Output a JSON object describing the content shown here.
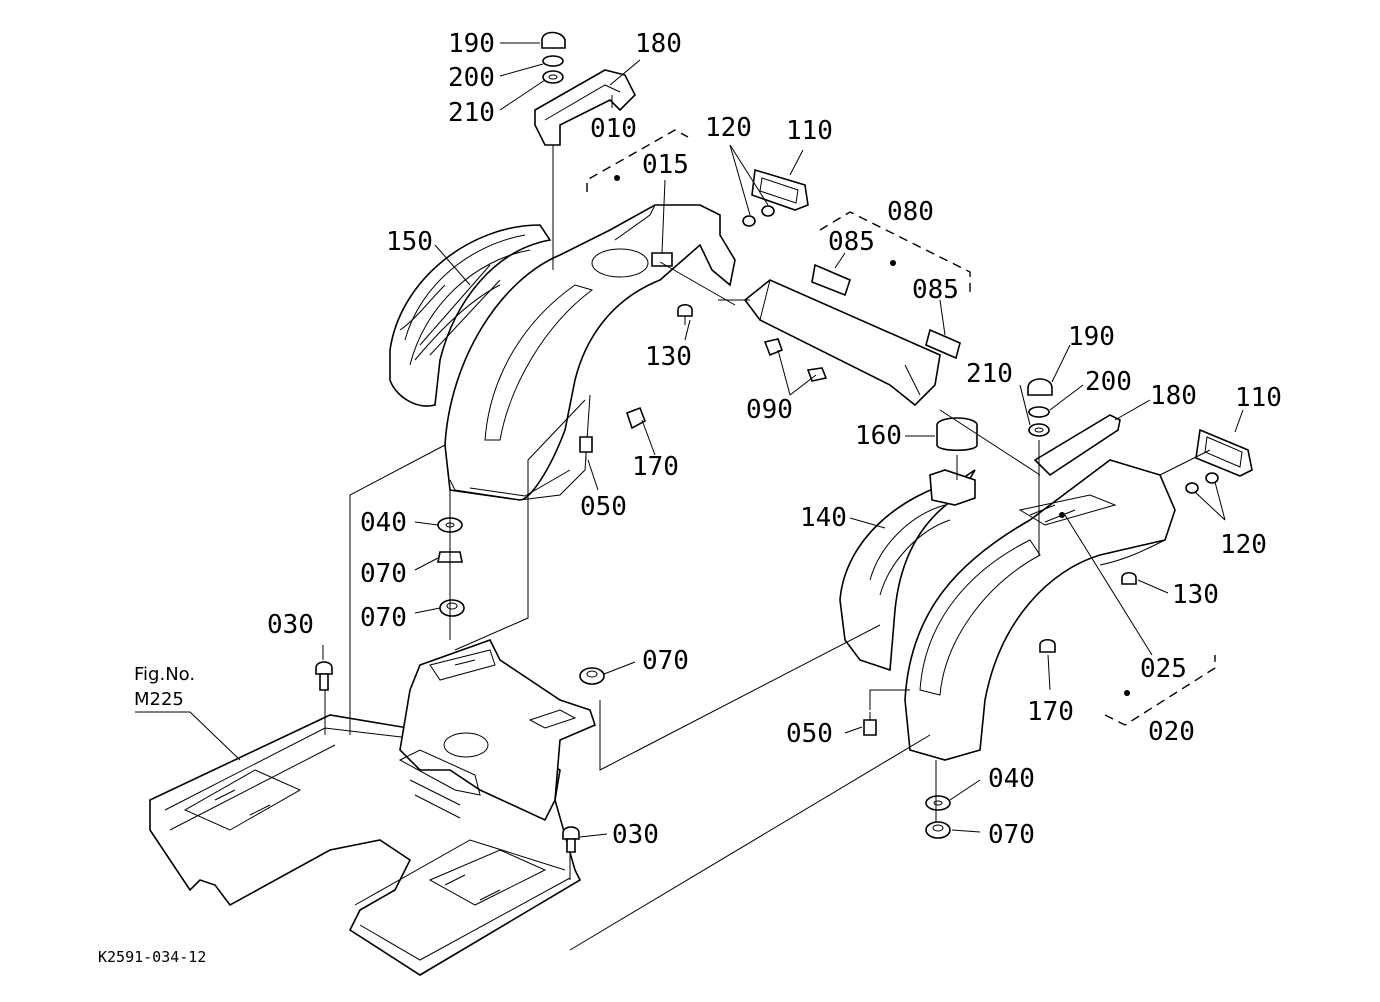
{
  "figure_ref": {
    "line1": "Fig.No.",
    "line2": "M225"
  },
  "drawing_code": "K2591-034-12",
  "labels": {
    "l190a": "190",
    "l200a": "200",
    "l210a": "210",
    "l180a": "180",
    "l010": "010",
    "l015": "015",
    "l120a": "120",
    "l110a": "110",
    "l150": "150",
    "l130a": "130",
    "l170a": "170",
    "l050a": "050",
    "l040a": "040",
    "l070a": "070",
    "l070b": "070",
    "l030a": "030",
    "l070c": "070",
    "l030b": "030",
    "l080": "080",
    "l085a": "085",
    "l085b": "085",
    "l090": "090",
    "l210b": "210",
    "l190b": "190",
    "l200b": "200",
    "l180b": "180",
    "l110b": "110",
    "l160": "160",
    "l140": "140",
    "l120b": "120",
    "l130b": "130",
    "l025": "025",
    "l170b": "170",
    "l020": "020",
    "l050b": "050",
    "l040b": "040",
    "l070d": "070"
  }
}
